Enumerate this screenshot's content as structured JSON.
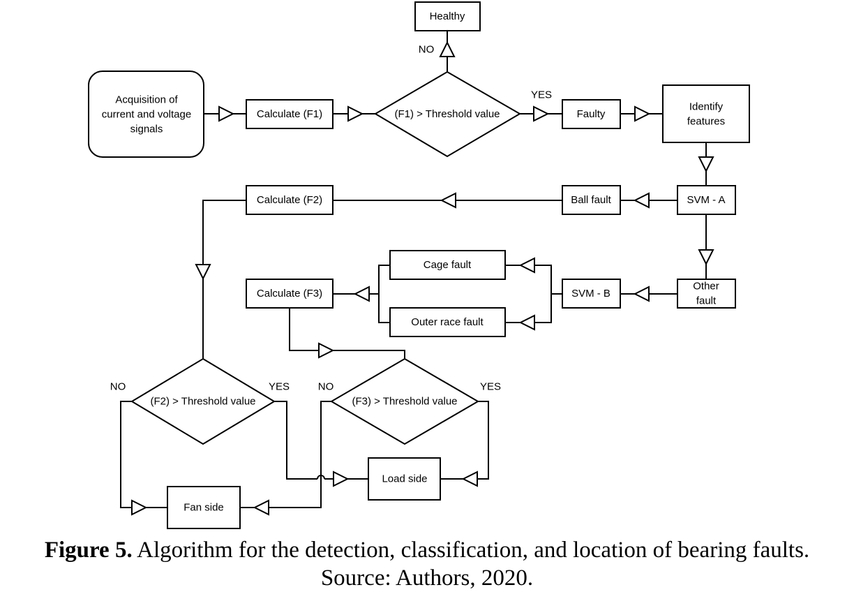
{
  "nodes": {
    "healthy": "Healthy",
    "acquisition": [
      "Acquisition of",
      "current and voltage",
      "signals"
    ],
    "calc_f1": "Calculate (F1)",
    "decision_f1": "(F1) > Threshold value",
    "faulty": "Faulty",
    "identify": [
      "Identify",
      "features"
    ],
    "svm_a": "SVM - A",
    "ball_fault": "Ball fault",
    "calc_f2": "Calculate (F2)",
    "other_fault": [
      "Other",
      "fault"
    ],
    "svm_b": "SVM - B",
    "cage_fault": "Cage fault",
    "outer_race_fault": "Outer race fault",
    "calc_f3": "Calculate (F3)",
    "decision_f2": "(F2) > Threshold value",
    "decision_f3": "(F3) > Threshold value",
    "load_side": "Load side",
    "fan_side": "Fan side"
  },
  "labels": {
    "f1_no": "NO",
    "f1_yes": "YES",
    "f2_no": "NO",
    "f2_yes": "YES",
    "f3_no": "NO",
    "f3_yes": "YES"
  },
  "caption": {
    "bold": "Figure 5.",
    "text": " Algorithm for the detection, classification, and location of bearing faults.",
    "source": "Source: Authors, 2020."
  }
}
